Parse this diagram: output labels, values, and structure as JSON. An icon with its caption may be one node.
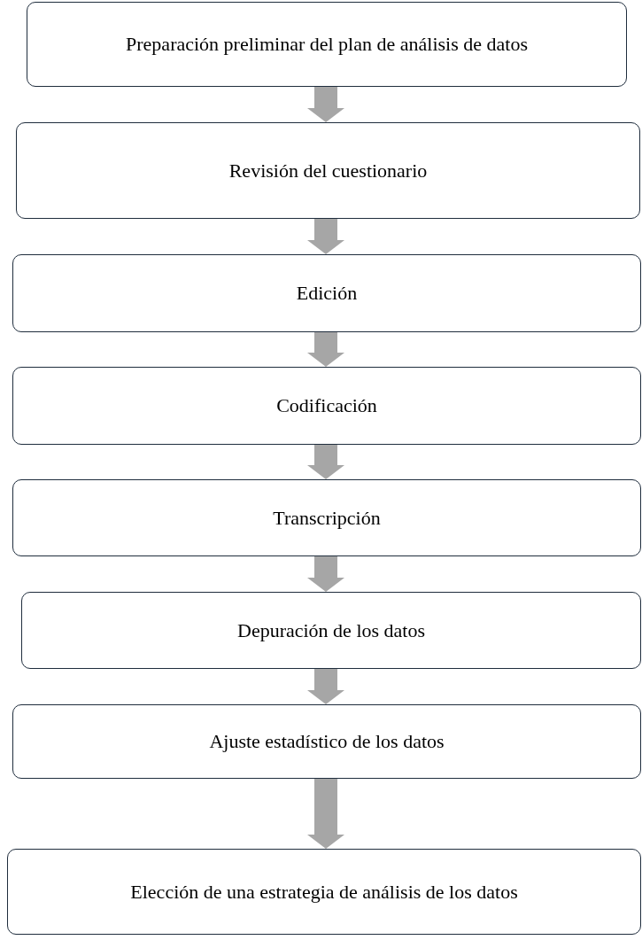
{
  "diagram": {
    "nodes": [
      {
        "text": [
          "Preparación preliminar del plan de análisis de datos"
        ]
      },
      {
        "text": [
          "Revisión del cuestionario"
        ]
      },
      {
        "text": [
          "Edición"
        ]
      },
      {
        "text": [
          "Codificación"
        ]
      },
      {
        "text": [
          "Transcripción"
        ]
      },
      {
        "text": [
          "Depuración de los datos"
        ]
      },
      {
        "text": [
          "Ajuste estadístico de los datos"
        ]
      },
      {
        "text": [
          "Elección de una estrategia de análisis de los datos"
        ]
      }
    ],
    "edges": [
      {
        "from": 0,
        "to": 1,
        "arrow": "to"
      },
      {
        "from": 1,
        "to": 2,
        "arrow": "to"
      },
      {
        "from": 2,
        "to": 3,
        "arrow": "to"
      },
      {
        "from": 3,
        "to": 4,
        "arrow": "to"
      },
      {
        "from": 4,
        "to": 5,
        "arrow": "to"
      },
      {
        "from": 5,
        "to": 6,
        "arrow": "to"
      },
      {
        "from": 6,
        "to": 7,
        "arrow": "to"
      }
    ]
  }
}
